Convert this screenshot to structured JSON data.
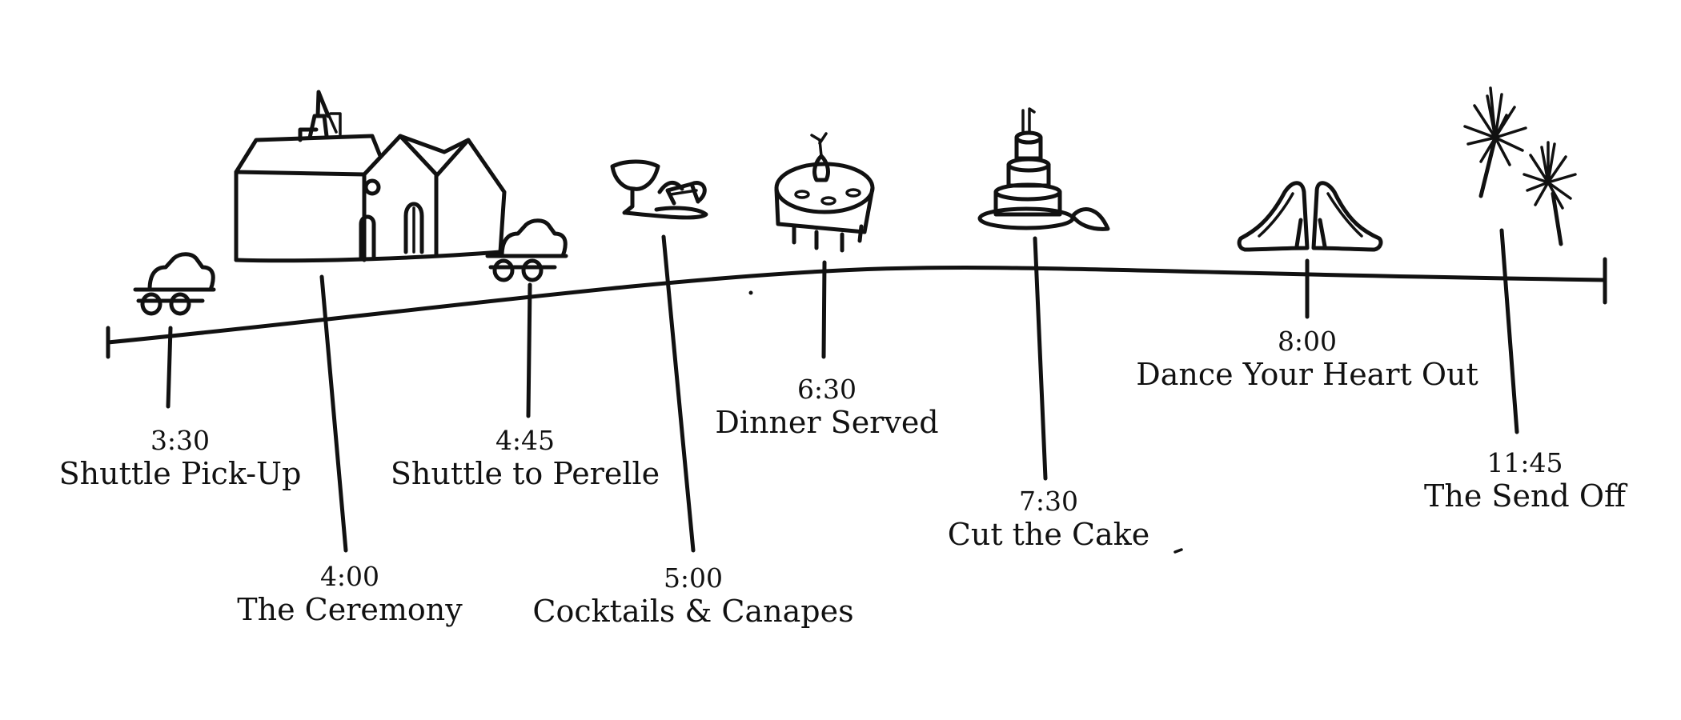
{
  "events": [
    {
      "time": "3:30",
      "title": "Shuttle Pick-Up",
      "icon": "car-icon"
    },
    {
      "time": "4:00",
      "title": "The Ceremony",
      "icon": "church-icon"
    },
    {
      "time": "4:45",
      "title": "Shuttle to Perelle",
      "icon": "car-icon"
    },
    {
      "time": "5:00",
      "title": "Cocktails & Canapes",
      "icon": "cocktail-canapes-icon"
    },
    {
      "time": "6:30",
      "title": "Dinner Served",
      "icon": "dinner-table-icon"
    },
    {
      "time": "7:30",
      "title": "Cut the Cake",
      "icon": "wedding-cake-icon"
    },
    {
      "time": "8:00",
      "title": "Dance Your Heart Out",
      "icon": "dancing-shoes-icon"
    },
    {
      "time": "11:45",
      "title": "The Send Off",
      "icon": "sparklers-icon"
    }
  ],
  "colors": {
    "ink": "#111111",
    "background": "#ffffff"
  }
}
